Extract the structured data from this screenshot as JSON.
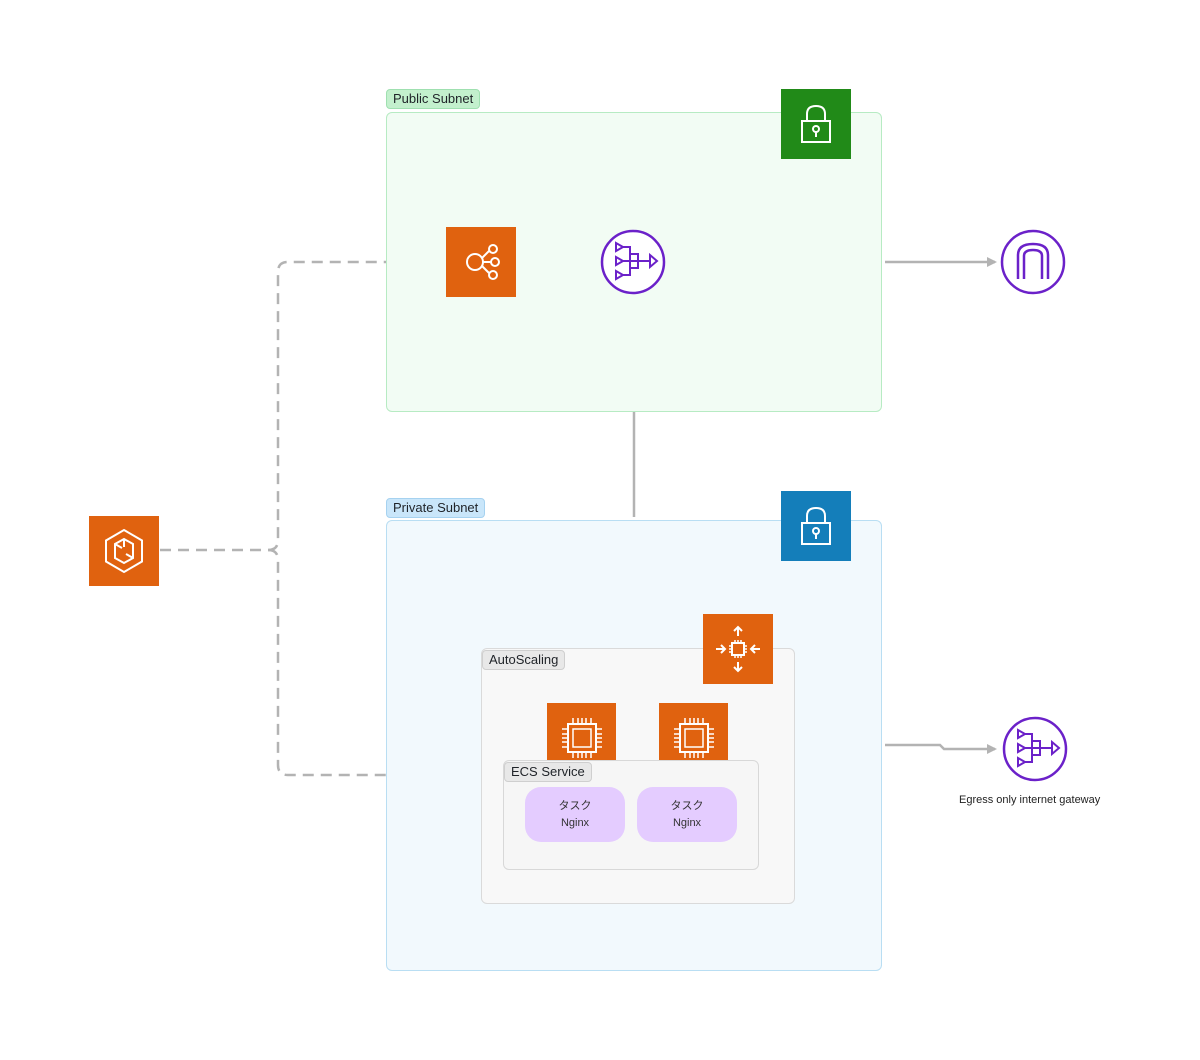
{
  "subnets": {
    "public": {
      "label": "Public Subnet"
    },
    "private": {
      "label": "Private Subnet"
    }
  },
  "groups": {
    "autoscaling": {
      "label": "AutoScaling"
    },
    "ecs_service": {
      "label": "ECS Service"
    }
  },
  "tasks": [
    {
      "title": "タスク",
      "name": "Nginx"
    },
    {
      "title": "タスク",
      "name": "Nginx"
    }
  ],
  "egress": {
    "caption": "Egress only internet gateway"
  },
  "colors": {
    "aws_orange": "#e0620f",
    "aws_purple": "#6b21c9",
    "public_lock": "#218a18",
    "private_lock": "#147eba",
    "connector": "#b3b3b3"
  },
  "icons": {
    "ecs": "ecs-cluster-icon",
    "alb": "load-balancer-icon",
    "nat": "nat-gateway-icon",
    "igw": "internet-gateway-icon",
    "public_lock": "lock-icon",
    "private_lock": "lock-icon",
    "autoscaling": "autoscaling-icon",
    "ec2": "ec2-instance-icon",
    "egress": "egress-gateway-icon"
  }
}
